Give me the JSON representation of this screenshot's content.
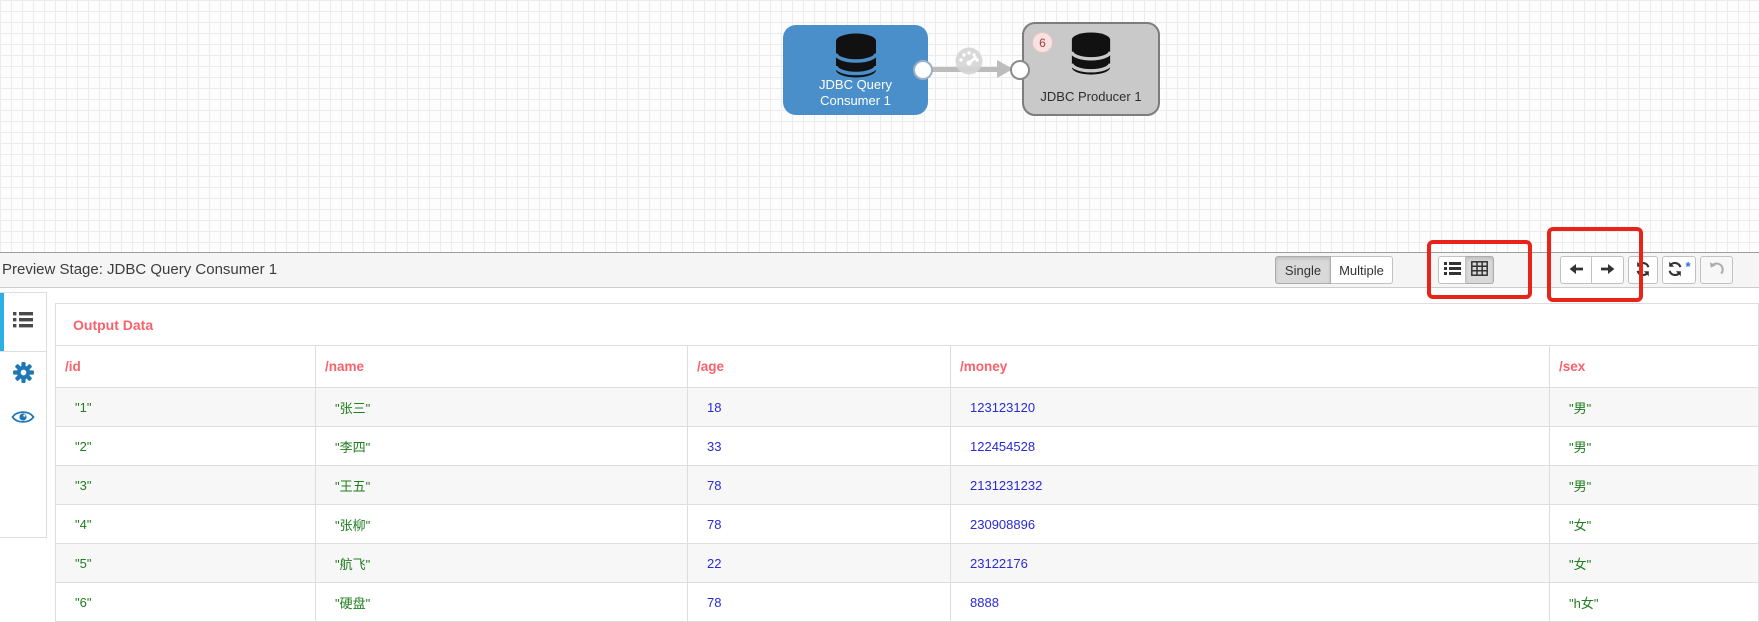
{
  "canvas": {
    "consumer_node": {
      "label_line1": "JDBC Query",
      "label_line2": "Consumer 1"
    },
    "producer_node": {
      "label": "JDBC Producer 1",
      "badge_count": "6"
    }
  },
  "preview_bar": {
    "title": "Preview Stage: JDBC Query Consumer 1",
    "single_button": "Single",
    "multiple_button": "Multiple",
    "rerun_suffix": "*"
  },
  "output_panel": {
    "title": "Output Data",
    "columns": [
      "/id",
      "/name",
      "/age",
      "/money",
      "/sex"
    ],
    "rows": [
      [
        "\"1\"",
        "\"张三\"",
        "18",
        "123123120",
        "\"男\""
      ],
      [
        "\"2\"",
        "\"李四\"",
        "33",
        "122454528",
        "\"男\""
      ],
      [
        "\"3\"",
        "\"王五\"",
        "78",
        "2131231232",
        "\"男\""
      ],
      [
        "\"4\"",
        "\"张柳\"",
        "78",
        "230908896",
        "\"女\""
      ],
      [
        "\"5\"",
        "\"航飞\"",
        "22",
        "23122176",
        "\"女\""
      ],
      [
        "\"6\"",
        "\"硬盘\"",
        "78",
        "8888",
        "\"h女\""
      ]
    ]
  },
  "icons": {
    "database-icon": "db cylinder",
    "gauge-icon": "speedometer on link",
    "list-view-icon": "bulleted list",
    "table-view-icon": "grid table",
    "arrow-left-icon": "solid left arrow",
    "arrow-right-icon": "solid right arrow",
    "refresh-icon": "circular arrows",
    "refresh-star-icon": "circular arrows with blue asterisk",
    "undo-icon": "counterclockwise arrow (disabled)",
    "gear-icon": "settings gear",
    "eye-icon": "preview eye"
  },
  "colors": {
    "consumer_node_blue": "#4a8fca",
    "producer_node_gray": "#c9c9c9",
    "header_red": "#f7626b",
    "string_green": "#1f7d1f",
    "number_blue": "#2929d6",
    "annotation_red": "#e8231a",
    "active_tab_blue": "#2ab0e3",
    "icon_blue": "#1f77b4"
  }
}
